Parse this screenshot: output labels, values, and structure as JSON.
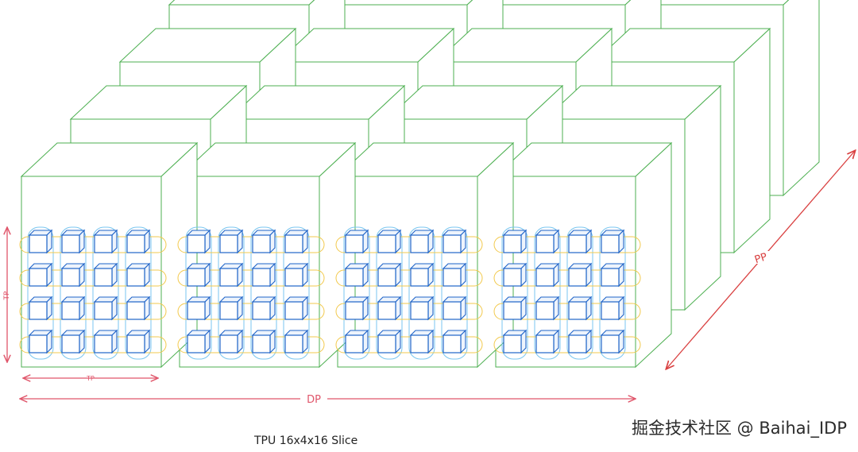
{
  "labels": {
    "dp": "DP",
    "pp": "PP",
    "tp_vertical": "TP",
    "tp_horizontal": "TP",
    "caption": "TPU 16x4x16 Slice",
    "watermark": "掘金技术社区 @ Baihai_IDP"
  },
  "grid": {
    "columns": 4,
    "depth_layers": 4,
    "chips_per_block_rows": 4,
    "chips_per_block_cols": 4
  },
  "colors": {
    "block_outline": "#4caf50",
    "chip_stroke": "#1e63c8",
    "chip_fill": "#ffffff",
    "chip_side": "#eef4fc",
    "ring_vertical": "#79c6f0",
    "ring_horizontal": "#f2c94c",
    "arrow": "#e0566b",
    "arrow_pp": "#d94040",
    "caption_text": "#222222",
    "watermark_text": "#2b2b2b"
  }
}
